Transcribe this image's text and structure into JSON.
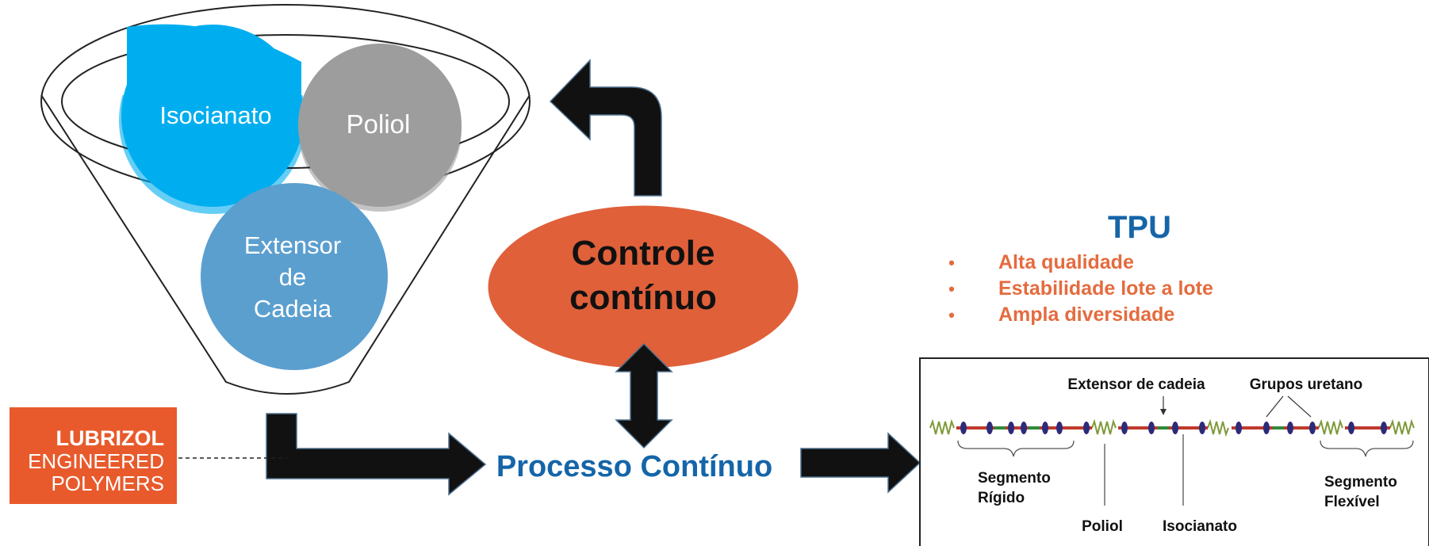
{
  "funnel": {
    "circles": [
      {
        "label": "Isocianato",
        "color": "#00aeef"
      },
      {
        "label": "Poliol",
        "color": "#9d9d9d"
      },
      {
        "label_lines": [
          "Extensor",
          "de",
          "Cadeia"
        ],
        "color": "#5b9fcf"
      }
    ]
  },
  "control": {
    "lines": [
      "Controle",
      "contínuo"
    ],
    "color": "#e0603a"
  },
  "process": {
    "label": "Processo Contínuo",
    "color": "#1565a8"
  },
  "tpu": {
    "title": "TPU",
    "title_color": "#1565a8",
    "bullet_color": "#e46b3e",
    "bullets": [
      "Alta qualidade",
      "Estabilidade lote a lote",
      "Ampla diversidade"
    ]
  },
  "logo": {
    "lines": [
      "LUBRIZOL",
      "ENGINEERED",
      "POLYMERS"
    ],
    "bg": "#e85a2c"
  },
  "molecule": {
    "extensor": "Extensor de cadeia",
    "grupos": "Grupos uretano",
    "seg_rigido": [
      "Segmento",
      "Rígido"
    ],
    "seg_flexivel": [
      "Segmento",
      "Flexível"
    ],
    "poliol": "Poliol",
    "isocianato": "Isocianato"
  }
}
